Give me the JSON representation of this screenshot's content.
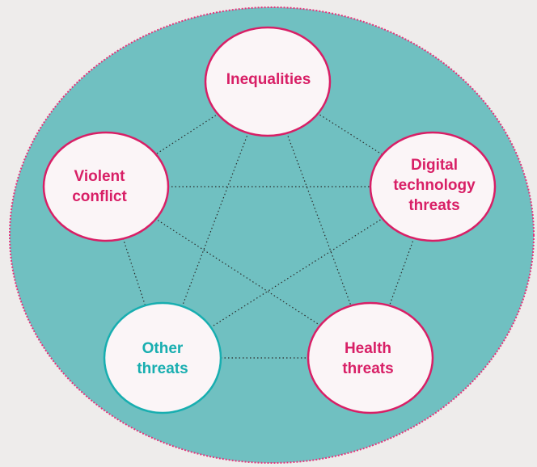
{
  "colors": {
    "background": "#eeeceb",
    "outer_fill": "#70c0c1",
    "outer_border": "#e4347a",
    "node_fill": "#fbf5f7",
    "node_border_accent": "#d81f66",
    "node_border_teal": "#18aeb0",
    "text_accent": "#d81f66",
    "text_teal": "#18aeb0",
    "connector": "#2b2b2b"
  },
  "nodes": [
    {
      "id": "inequalities",
      "label": "Inequalities",
      "style": "accent"
    },
    {
      "id": "violent-conflict",
      "label": "Violent\nconflict",
      "style": "accent"
    },
    {
      "id": "digital-technology-threats",
      "label": "Digital\ntechnology\nthreats",
      "style": "accent"
    },
    {
      "id": "other-threats",
      "label": "Other\nthreats",
      "style": "teal"
    },
    {
      "id": "health-threats",
      "label": "Health\nthreats",
      "style": "accent"
    }
  ],
  "connections": [
    [
      "inequalities",
      "violent-conflict"
    ],
    [
      "inequalities",
      "digital-technology-threats"
    ],
    [
      "inequalities",
      "other-threats"
    ],
    [
      "inequalities",
      "health-threats"
    ],
    [
      "violent-conflict",
      "digital-technology-threats"
    ],
    [
      "violent-conflict",
      "other-threats"
    ],
    [
      "violent-conflict",
      "health-threats"
    ],
    [
      "digital-technology-threats",
      "other-threats"
    ],
    [
      "digital-technology-threats",
      "health-threats"
    ],
    [
      "other-threats",
      "health-threats"
    ]
  ]
}
